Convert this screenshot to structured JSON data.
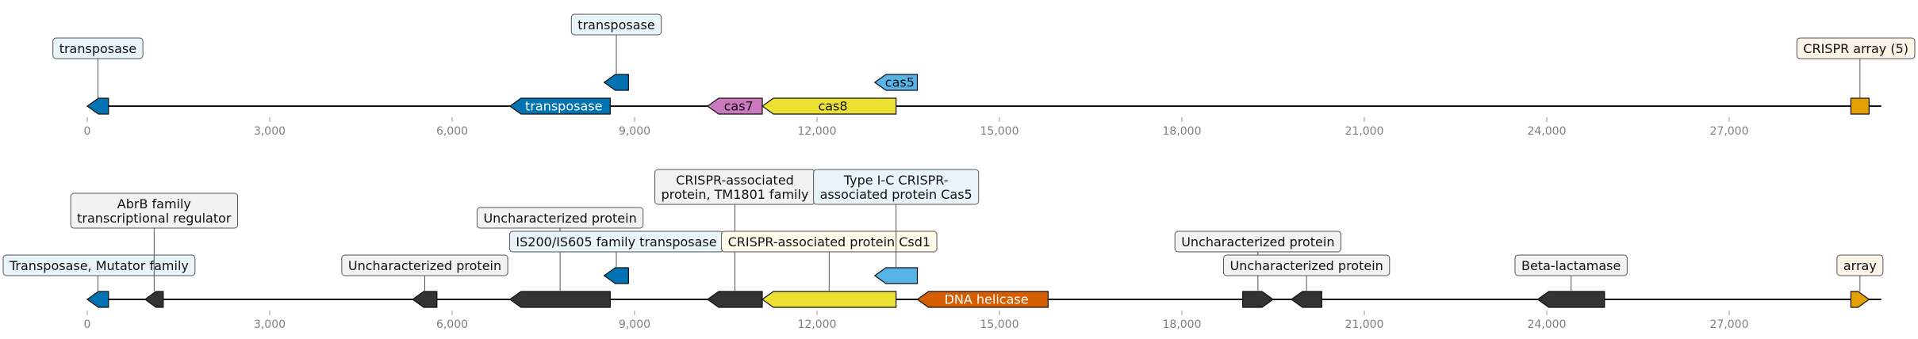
{
  "colors": {
    "transposase": "#0173b2",
    "cas7": "#cc78bc",
    "cas8": "#ece133",
    "cas5": "#56b4e9",
    "crispr": "#e69f00",
    "dark": "#333333",
    "helicase": "#d55e00",
    "box_blue": "#e8f3fa",
    "box_yellow": "#fdfce8",
    "box_gray": "#f2f2f2",
    "box_orange": "#fcf4e6",
    "box_border": "#555555"
  },
  "axis": {
    "min": 0,
    "max": 29500,
    "ticks": [
      0,
      3000,
      6000,
      9000,
      12000,
      15000,
      18000,
      21000,
      24000,
      27000
    ],
    "tick_labels": [
      "0",
      "3,000",
      "6,000",
      "9,000",
      "12,000",
      "15,000",
      "18,000",
      "21,000",
      "24,000",
      "27,000"
    ]
  },
  "tracks": [
    {
      "features": [
        {
          "start": 0,
          "end": 350,
          "strand": -1,
          "color": "transposase",
          "label": "transposase",
          "label_pos": "above",
          "row": 2,
          "box": "box_blue"
        },
        {
          "start": 6950,
          "end": 8600,
          "strand": -1,
          "color": "transposase",
          "label": "transposase",
          "label_pos": "inside",
          "text_color": "#ffffff"
        },
        {
          "start": 8500,
          "end": 8900,
          "strand": -1,
          "color": "transposase",
          "label": "transposase",
          "label_pos": "above",
          "row": 3,
          "box": "box_blue",
          "elevated": true
        },
        {
          "start": 10200,
          "end": 11100,
          "strand": -1,
          "color": "cas7",
          "label": "cas7",
          "label_pos": "inside",
          "text_color": "#111111"
        },
        {
          "start": 11100,
          "end": 13300,
          "strand": -1,
          "color": "cas8",
          "label": "cas8",
          "label_pos": "inside",
          "text_color": "#111111"
        },
        {
          "start": 12950,
          "end": 13650,
          "strand": -1,
          "color": "cas5",
          "label": "cas5",
          "label_pos": "inside",
          "text_color": "#111111",
          "elevated": true
        },
        {
          "start": 29000,
          "end": 29300,
          "strand": 1,
          "color": "crispr",
          "label": "CRISPR array (5)",
          "label_pos": "above",
          "row": 2,
          "box": "box_orange",
          "no_arrow": true
        }
      ]
    },
    {
      "features": [
        {
          "start": 0,
          "end": 350,
          "strand": -1,
          "color": "transposase",
          "label": "Transposase, Mutator family",
          "label_pos": "above",
          "row": 1,
          "box": "box_blue"
        },
        {
          "start": 950,
          "end": 1250,
          "strand": -1,
          "color": "dark",
          "label": "AbrB family\ntranscriptional regulator",
          "label_pos": "above",
          "row": 3,
          "box": "box_gray"
        },
        {
          "start": 5350,
          "end": 5750,
          "strand": -1,
          "color": "dark",
          "label": "Uncharacterized protein",
          "label_pos": "above",
          "row": 1,
          "box": "box_gray"
        },
        {
          "start": 6950,
          "end": 8600,
          "strand": -1,
          "color": "dark",
          "label": "Uncharacterized protein",
          "label_pos": "above",
          "row": 3,
          "box": "box_gray"
        },
        {
          "start": 8500,
          "end": 8900,
          "strand": -1,
          "color": "transposase",
          "label": "IS200/IS605 family transposase",
          "label_pos": "above",
          "row": 2,
          "box": "box_blue",
          "elevated": true
        },
        {
          "start": 10200,
          "end": 11100,
          "strand": -1,
          "color": "dark",
          "label": "CRISPR-associated\nprotein, TM1801 family",
          "label_pos": "above",
          "row": 4,
          "box": "box_gray"
        },
        {
          "start": 11100,
          "end": 13300,
          "strand": -1,
          "color": "cas8",
          "label": "CRISPR-associated protein Csd1",
          "label_pos": "above",
          "row": 2,
          "box": "box_yellow"
        },
        {
          "start": 12950,
          "end": 13650,
          "strand": -1,
          "color": "cas5",
          "label": "Type I-C CRISPR-\nassociated protein Cas5",
          "label_pos": "above",
          "row": 4,
          "box": "box_blue",
          "elevated": true
        },
        {
          "start": 13650,
          "end": 15800,
          "strand": -1,
          "color": "helicase",
          "label": "DNA helicase",
          "label_pos": "inside",
          "text_color": "#ffffff"
        },
        {
          "start": 19000,
          "end": 19500,
          "strand": 1,
          "color": "dark",
          "label": "Uncharacterized protein",
          "label_pos": "above",
          "row": 2,
          "box": "box_gray"
        },
        {
          "start": 19800,
          "end": 20300,
          "strand": -1,
          "color": "dark",
          "label": "Uncharacterized protein",
          "label_pos": "above",
          "row": 1,
          "box": "box_gray"
        },
        {
          "start": 23850,
          "end": 24950,
          "strand": -1,
          "color": "dark",
          "label": "Beta-lactamase",
          "label_pos": "above",
          "row": 1,
          "box": "box_gray"
        },
        {
          "start": 29000,
          "end": 29300,
          "strand": 1,
          "color": "crispr",
          "label": "array",
          "label_pos": "above",
          "row": 1,
          "box": "box_orange"
        }
      ]
    }
  ]
}
